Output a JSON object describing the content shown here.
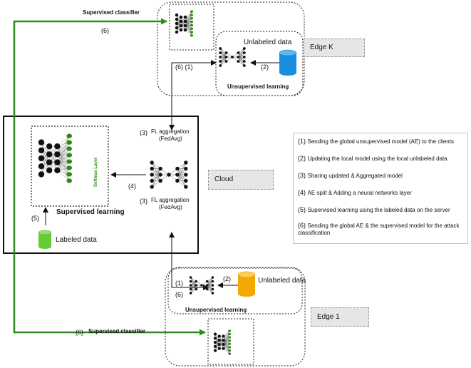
{
  "edges": {
    "edge_k": {
      "tag": "Edge K",
      "data_label": "Unlabeled data",
      "learning_label": "Unsupervised learning",
      "classifier_label": "Supervised classifier",
      "step_arrow_label": "(2)",
      "step_in_label": "(6) (1)"
    },
    "edge_1": {
      "tag": "Edge 1",
      "data_label": "Unlabeled data",
      "learning_label": "Unsupervised learning",
      "classifier_label": "Supervised classifier",
      "step_arrow_label": "(2)",
      "step_in_1": "(1)",
      "step_in_6": "(6)",
      "classifier_step": "(6)"
    }
  },
  "cloud": {
    "tag": "Cloud",
    "supervised_label": "Supervised learning",
    "labeled_data": "Labeled data",
    "softmax_label": "Softmax Layer",
    "agg_top_num": "(3)",
    "agg_top_line1": "FL aggregation",
    "agg_top_line2": "(FedAvg)",
    "agg_bottom_num": "(3)",
    "agg_bottom_line1": "FL aggregation",
    "agg_bottom_line2": "(FedAvg)",
    "step4": "(4)",
    "step5": "(5)"
  },
  "top_classifier_step": "(6)",
  "legend": [
    {
      "num": "(1)",
      "text": "Sending the global unsupervised model (AE) to the clients"
    },
    {
      "num": "(2)",
      "text": "Updating the local model using the local unlabeled data"
    },
    {
      "num": "(3)",
      "text": "Sharing updated & Aggregated model"
    },
    {
      "num": "(4)",
      "text": "AE split & Adding a neural networks layer"
    },
    {
      "num": "(5)",
      "text": "Supervised learning using the labeled data on the server"
    },
    {
      "num": "(6)",
      "text": "Sending the global AE & the supervised model for the attack classification"
    }
  ],
  "colors": {
    "green_arrow": "#2e8b1f",
    "green_node": "#2a8a12",
    "database_blue": "#1a8fe0",
    "database_orange": "#f5a800",
    "database_green": "#66cc33",
    "legend_border": "#e8b0b0"
  }
}
